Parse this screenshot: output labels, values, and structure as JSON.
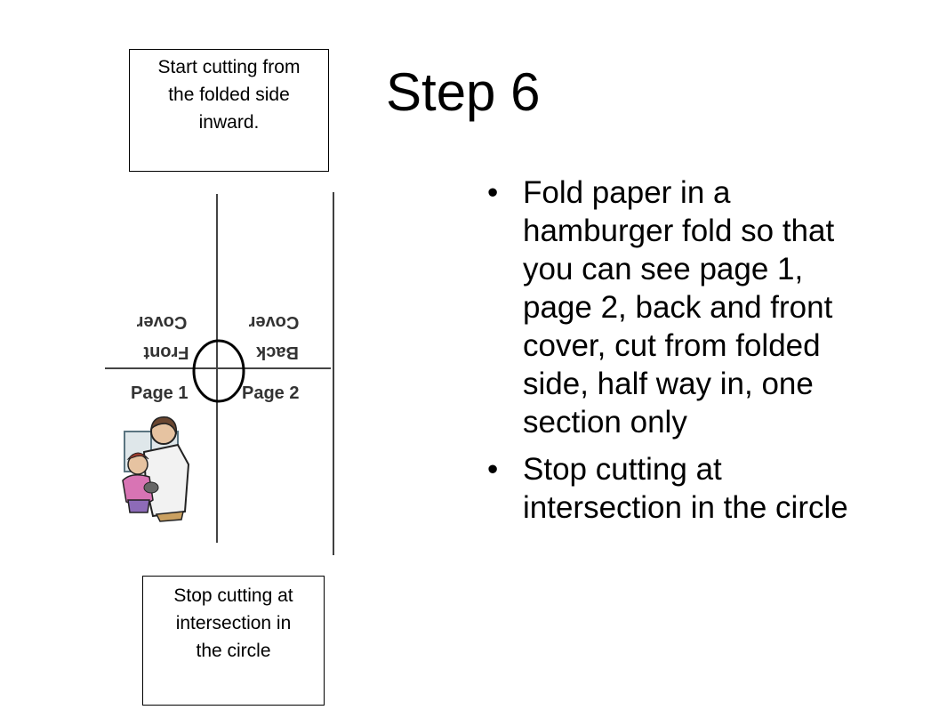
{
  "slide": {
    "title": "Step 6",
    "bullets": [
      "Fold paper in a hamburger fold so that you can see page 1, page 2, back and front cover, cut from folded side, half way in, one section only",
      "Stop cutting at intersection in the circle"
    ]
  },
  "callouts": {
    "top": "Start cutting from\nthe  folded side\ninward.",
    "bottom": "Stop cutting at\nintersection in\nthe circle"
  },
  "figure": {
    "page1_label": "Page 1",
    "page2_label": "Page 2",
    "front_label": "Front",
    "cover_left_label": "Cover",
    "back_label": "Back",
    "cover_right_label": "Cover",
    "clipart_icon": "doctor-with-child-clipart"
  }
}
